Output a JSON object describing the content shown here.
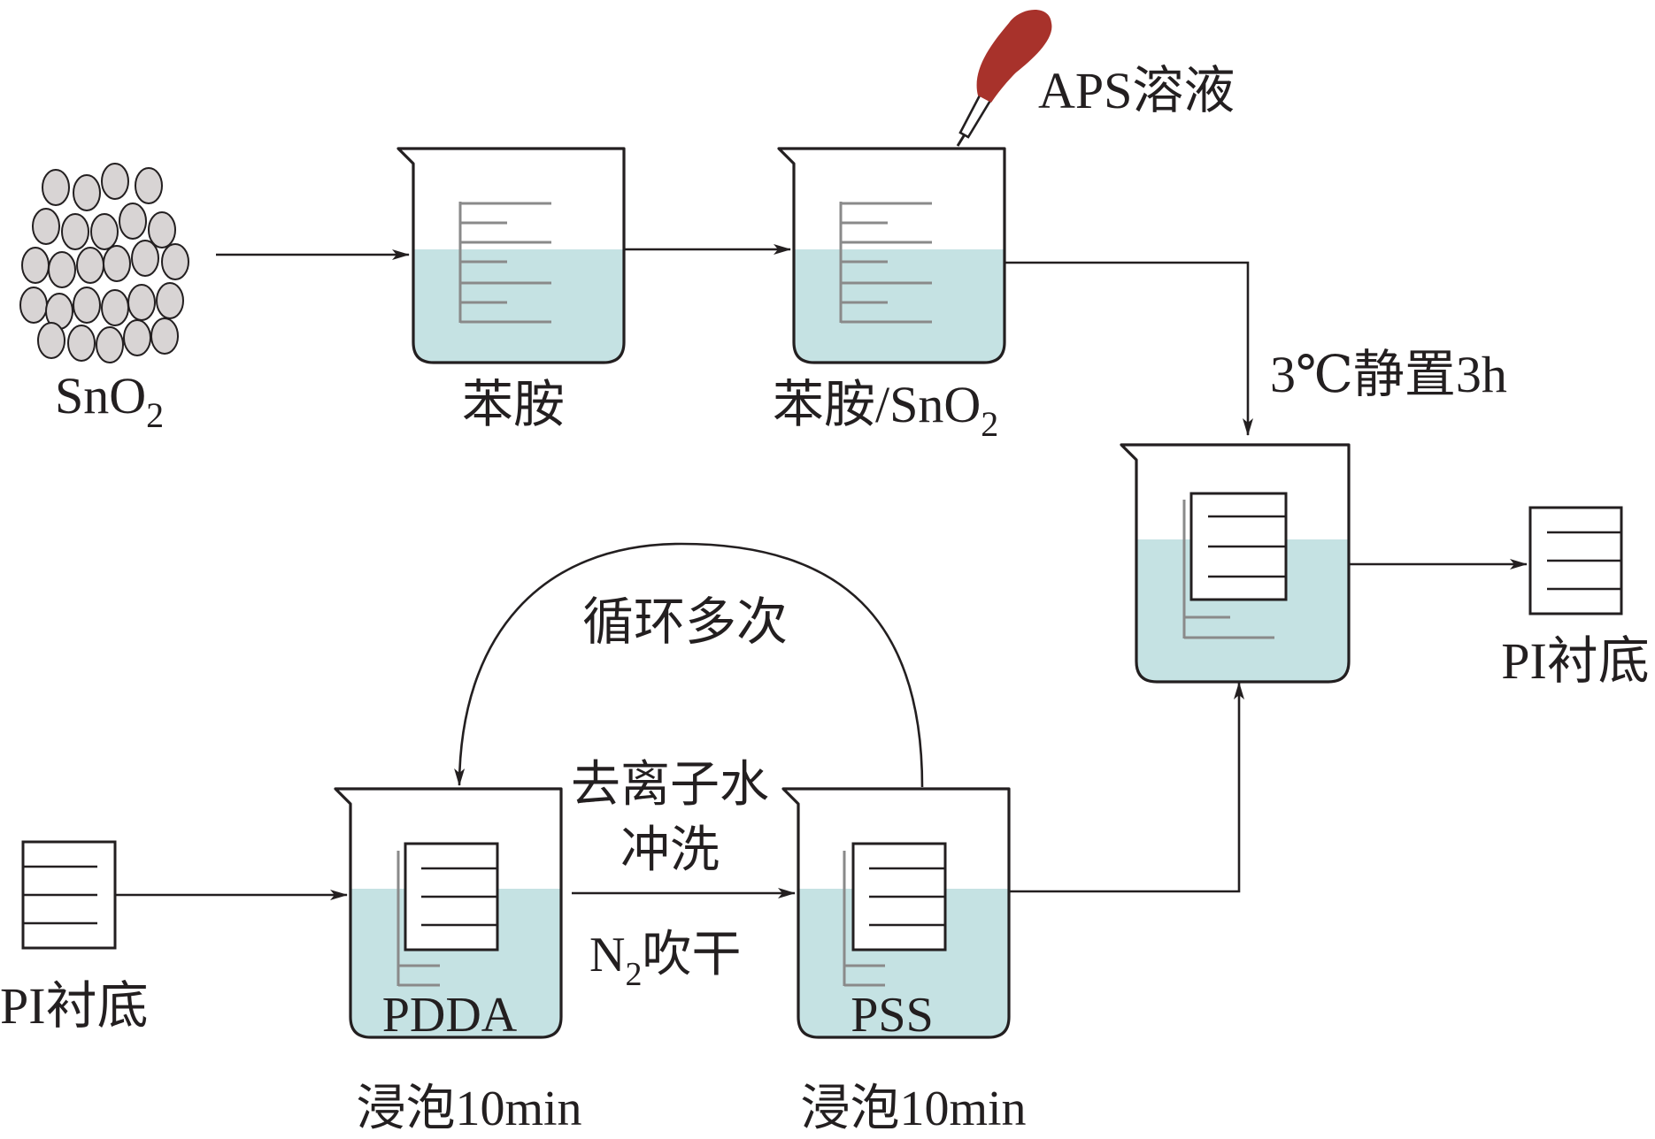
{
  "labels": {
    "sno2_main": "SnO",
    "sno2_sub": "2",
    "aniline": "苯胺",
    "aniline_sno2_main": "苯胺/SnO",
    "aniline_sno2_sub": "2",
    "aps": "APS溶液",
    "rest": "3℃静置3h",
    "pi_right": "PI衬底",
    "pi_left": "PI衬底",
    "cycle": "循环多次",
    "rinse_line1": "去离子水",
    "rinse_line2": "冲洗",
    "dry_n": "N",
    "dry_sub": "2",
    "dry_text": "吹干",
    "pdda": "PDDA",
    "pss": "PSS",
    "soak_pdda": "浸泡10min",
    "soak_pss": "浸泡10min"
  },
  "colors": {
    "liquid": "#c5e2e3",
    "dropper_bulb": "#a8322b",
    "particle": "#d8d4d4",
    "ink": "#231f20",
    "comb": "#8a8a8a"
  }
}
